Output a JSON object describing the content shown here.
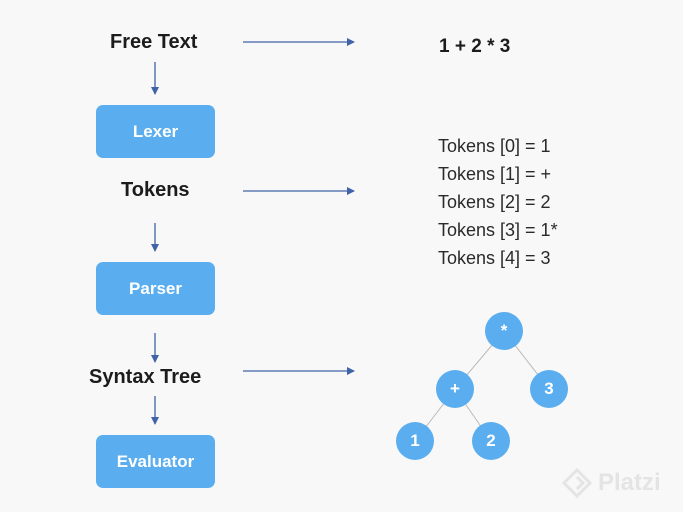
{
  "pipeline": {
    "free_text_label": "Free Text",
    "lexer_label": "Lexer",
    "tokens_label": "Tokens",
    "parser_label": "Parser",
    "syntax_tree_label": "Syntax Tree",
    "evaluator_label": "Evaluator"
  },
  "expression": "1 + 2 * 3",
  "tokens": [
    "Tokens [0] = 1",
    "Tokens [1] = +",
    "Tokens [2] = 2",
    "Tokens [3] = 1*",
    "Tokens [4] = 3"
  ],
  "tree": {
    "root": "*",
    "plus": "+",
    "three": "3",
    "one": "1",
    "two": "2"
  },
  "watermark": "Platzi",
  "colors": {
    "box": "#5aaef0",
    "arrow": "#3f63a8",
    "edge": "#b9b9b9",
    "background": "#f8f8f8"
  }
}
